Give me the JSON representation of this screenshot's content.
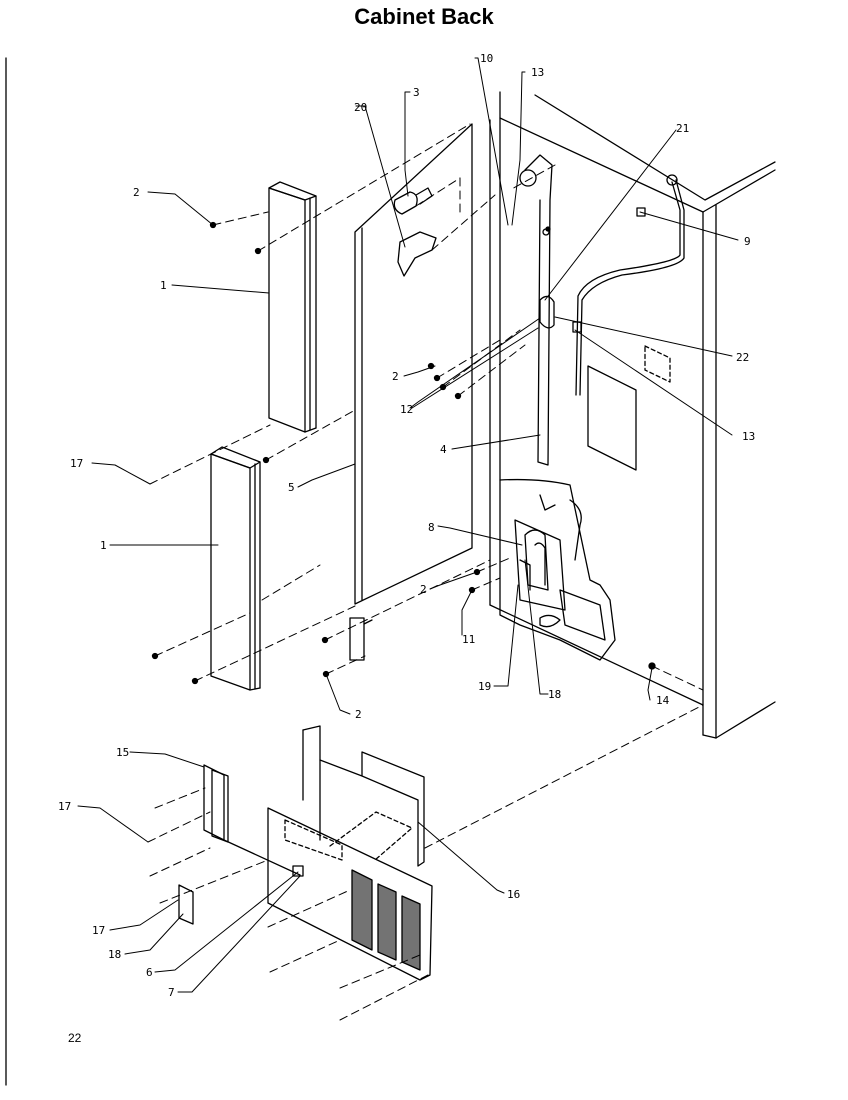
{
  "title": "Cabinet Back",
  "page_number": "22",
  "callouts": [
    {
      "id": "c2a",
      "text": "2"
    },
    {
      "id": "c1a",
      "text": "1"
    },
    {
      "id": "c17a",
      "text": "17"
    },
    {
      "id": "c1b",
      "text": "1"
    },
    {
      "id": "c5",
      "text": "5"
    },
    {
      "id": "c20",
      "text": "20"
    },
    {
      "id": "c3",
      "text": "3"
    },
    {
      "id": "c10",
      "text": "10"
    },
    {
      "id": "c13a",
      "text": "13"
    },
    {
      "id": "c21",
      "text": "21"
    },
    {
      "id": "c9",
      "text": "9"
    },
    {
      "id": "c22",
      "text": "22"
    },
    {
      "id": "c2b",
      "text": "2"
    },
    {
      "id": "c12",
      "text": "12"
    },
    {
      "id": "c13b",
      "text": "13"
    },
    {
      "id": "c4",
      "text": "4"
    },
    {
      "id": "c8",
      "text": "8"
    },
    {
      "id": "c2c",
      "text": "2"
    },
    {
      "id": "c11",
      "text": "11"
    },
    {
      "id": "c19",
      "text": "19"
    },
    {
      "id": "c18a",
      "text": "18"
    },
    {
      "id": "c14",
      "text": "14"
    },
    {
      "id": "c2d",
      "text": "2"
    },
    {
      "id": "c15",
      "text": "15"
    },
    {
      "id": "c17b",
      "text": "17"
    },
    {
      "id": "c16",
      "text": "16"
    },
    {
      "id": "c17c",
      "text": "17"
    },
    {
      "id": "c18b",
      "text": "18"
    },
    {
      "id": "c6",
      "text": "6"
    },
    {
      "id": "c7",
      "text": "7"
    }
  ]
}
